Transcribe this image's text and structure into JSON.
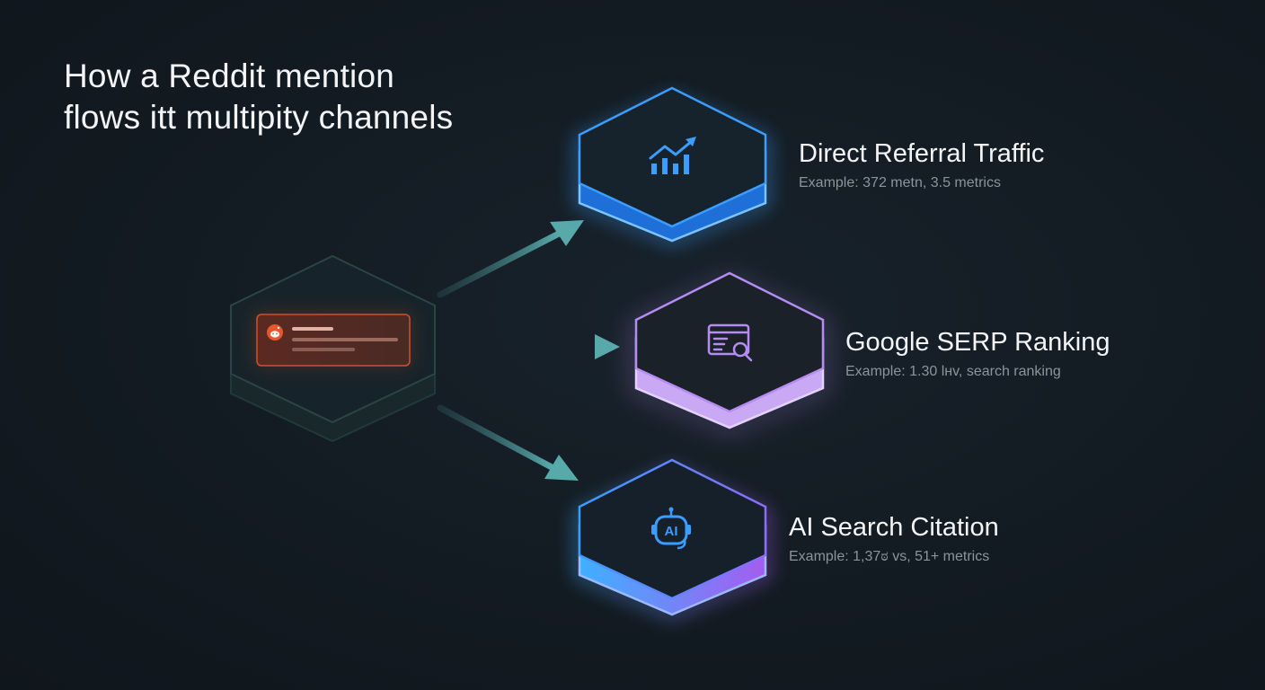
{
  "title": {
    "line1": "How a Reddit mention",
    "line2": "flows itt multipity channels"
  },
  "source": {
    "icon": "reddit-icon",
    "accent": "#e8572c"
  },
  "channels": [
    {
      "name": "Direct Referral Traffic",
      "example": "Example: 372 metn, 3.5 metrics",
      "icon": "trending-chart-icon",
      "accent": "#3b9dff"
    },
    {
      "name": "Google SERP Ranking",
      "example": "Example: 1.30 lнv, search ranking",
      "icon": "search-browser-icon",
      "accent": "#b48cf2"
    },
    {
      "name": "AI Search Citation",
      "example": "Example: 1,37ಠ vs, 51+ metrics",
      "icon": "ai-assistant-icon",
      "icon_text": "AI",
      "accent": "#5b8cff"
    }
  ],
  "colors": {
    "background": "#121a21",
    "arrow": "#4f9a9c",
    "text": "#f3f5f7",
    "muted": "#8b949c"
  }
}
